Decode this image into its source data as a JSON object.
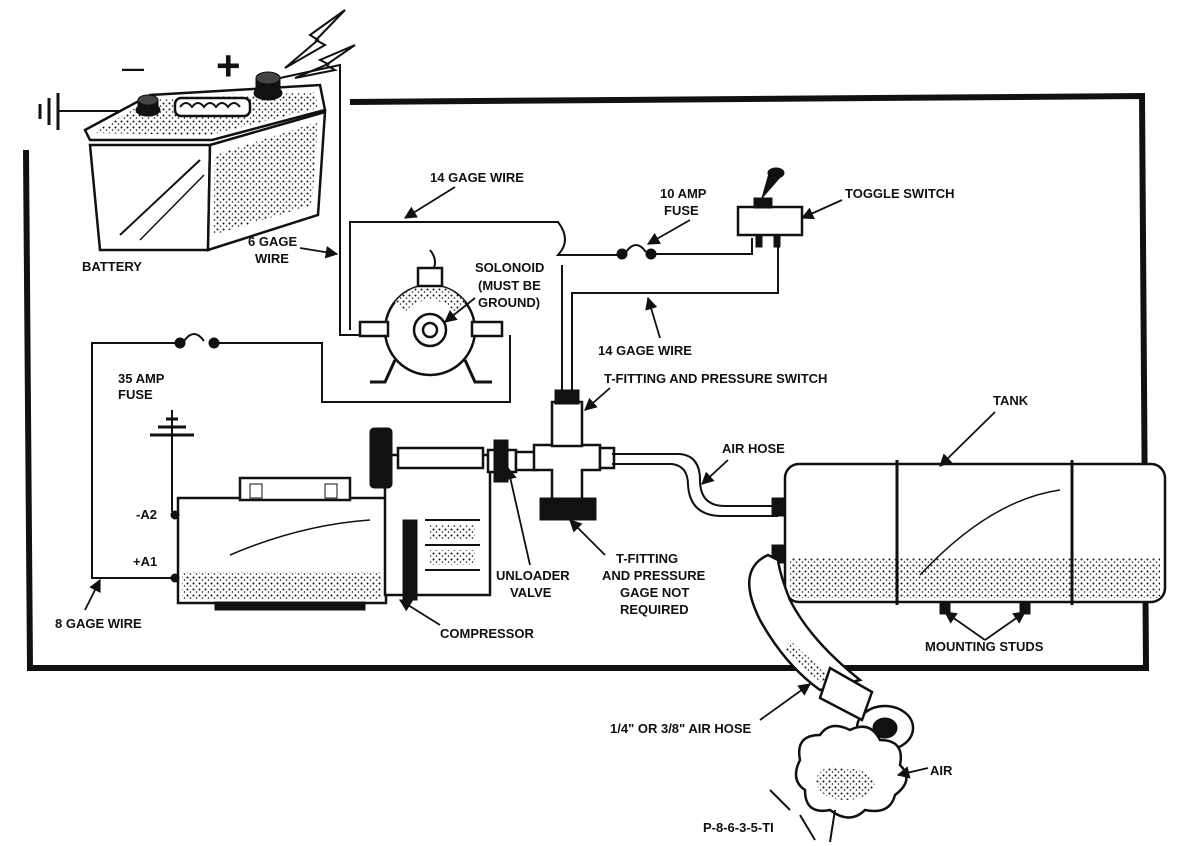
{
  "labels": {
    "minus": "—",
    "plus": "+",
    "battery": "BATTERY",
    "gage_wire_6_line1": "6 GAGE",
    "gage_wire_6_line2": "WIRE",
    "gage_wire_14_top": "14 GAGE WIRE",
    "fuse_10_line1": "10 AMP",
    "fuse_10_line2": "FUSE",
    "toggle_switch": "TOGGLE SWITCH",
    "solonoid_line1": "SOLONOID",
    "solonoid_line2": "(MUST BE",
    "solonoid_line3": "GROUND)",
    "gage_wire_14_mid": "14 GAGE WIRE",
    "fuse_35_line1": "35 AMP",
    "fuse_35_line2": "FUSE",
    "t_fitting_pressure_switch": "T-FITTING AND PRESSURE SWITCH",
    "tank": "TANK",
    "air_hose": "AIR HOSE",
    "terminal_a2": "-A2",
    "terminal_a1": "+A1",
    "unloader_line1": "UNLOADER",
    "unloader_line2": "VALVE",
    "gage_line1": "T-FITTING",
    "gage_line2": "AND PRESSURE",
    "gage_line3": "GAGE NOT",
    "gage_line4": "REQUIRED",
    "gage_wire_8": "8 GAGE WIRE",
    "compressor": "COMPRESSOR",
    "mounting_studs": "MOUNTING  STUDS",
    "air_hose_size": "1/4\" OR 3/8\" AIR HOSE",
    "air": "AIR",
    "part_number": "P-8-6-3-5-TI"
  }
}
